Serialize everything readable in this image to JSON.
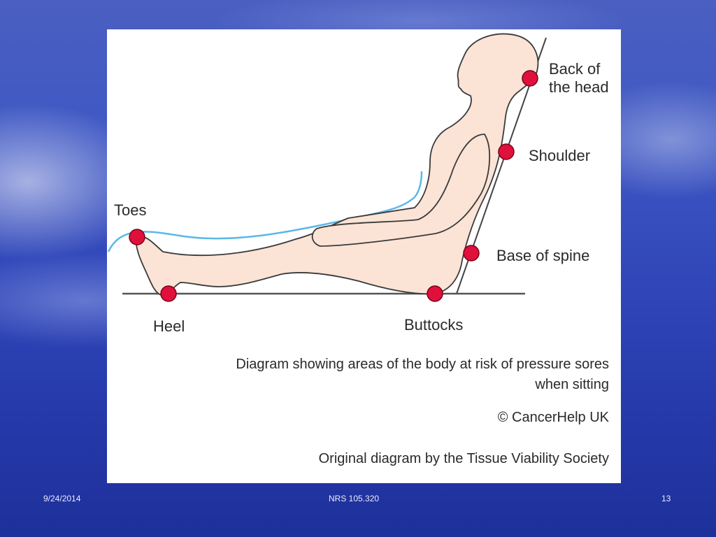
{
  "diagram": {
    "labels": {
      "back_of_head": "Back of\nthe head",
      "shoulder": "Shoulder",
      "base_of_spine": "Base of spine",
      "toes": "Toes",
      "heel": "Heel",
      "buttocks": "Buttocks"
    },
    "caption_line1": "Diagram showing areas of the  body at risk of pressure sores",
    "caption_line2": "when sitting",
    "copyright": "© CancerHelp UK",
    "credit": "Original diagram by the Tissue Viability Society"
  },
  "footer": {
    "date": "9/24/2014",
    "course": "NRS 105.320",
    "page": "13"
  },
  "colors": {
    "pressure_point": "#e0103c",
    "body_fill": "#fbe3d6",
    "blanket_line": "#5bb8e8"
  }
}
